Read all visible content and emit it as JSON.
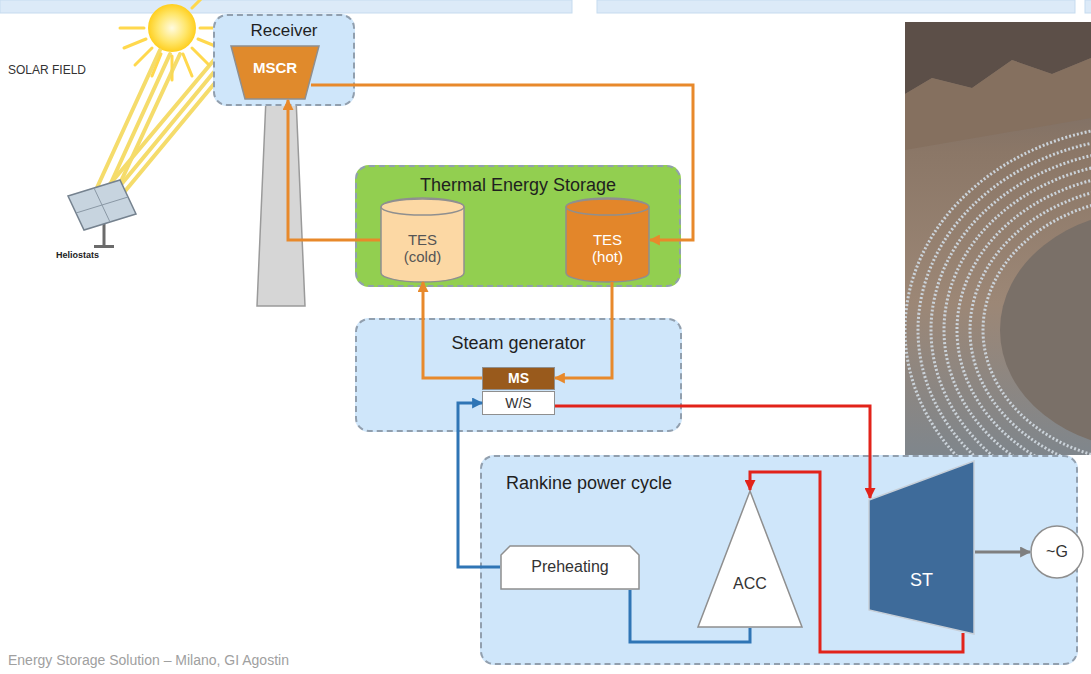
{
  "diagram": {
    "nodes": [
      {
        "text": [
          "Receiver"
        ]
      },
      {
        "text": [
          "MSCR"
        ],
        "in": 0
      },
      {
        "text": [
          "Thermal Energy Storage"
        ]
      },
      {
        "text": [
          "TES (cold)"
        ],
        "in": 2
      },
      {
        "text": [
          "TES (hot)"
        ],
        "in": 2
      },
      {
        "text": [
          "Steam generator"
        ]
      },
      {
        "text": [
          "MS"
        ],
        "in": 5
      },
      {
        "text": [
          "W/S"
        ],
        "in": 5
      },
      {
        "text": [
          "Rankine power cycle"
        ]
      },
      {
        "text": [
          "Preheating"
        ],
        "in": 8
      },
      {
        "text": [
          "ACC"
        ],
        "in": 8
      },
      {
        "text": [
          "ST"
        ],
        "in": 8
      },
      {
        "text": [
          "~G"
        ],
        "in": 8
      }
    ],
    "edges": [
      {
        "from": 1,
        "to": 4,
        "arrow": "to"
      },
      {
        "from": 3,
        "to": 1,
        "arrow": "to"
      },
      {
        "from": 4,
        "to": 6,
        "arrow": "to"
      },
      {
        "from": 6,
        "to": 3,
        "arrow": "to"
      },
      {
        "from": 7,
        "to": 11,
        "arrow": "to"
      },
      {
        "from": 11,
        "to": 10,
        "arrow": "to"
      },
      {
        "from": 10,
        "to": 9,
        "arrow": "none"
      },
      {
        "from": 9,
        "to": 7,
        "arrow": "to"
      },
      {
        "from": 11,
        "to": 12,
        "arrow": "to"
      }
    ],
    "labels": [
      "SOLAR FIELD",
      "Heliostats",
      "Energy Storage Solution – Milano, GI Agostin"
    ]
  }
}
